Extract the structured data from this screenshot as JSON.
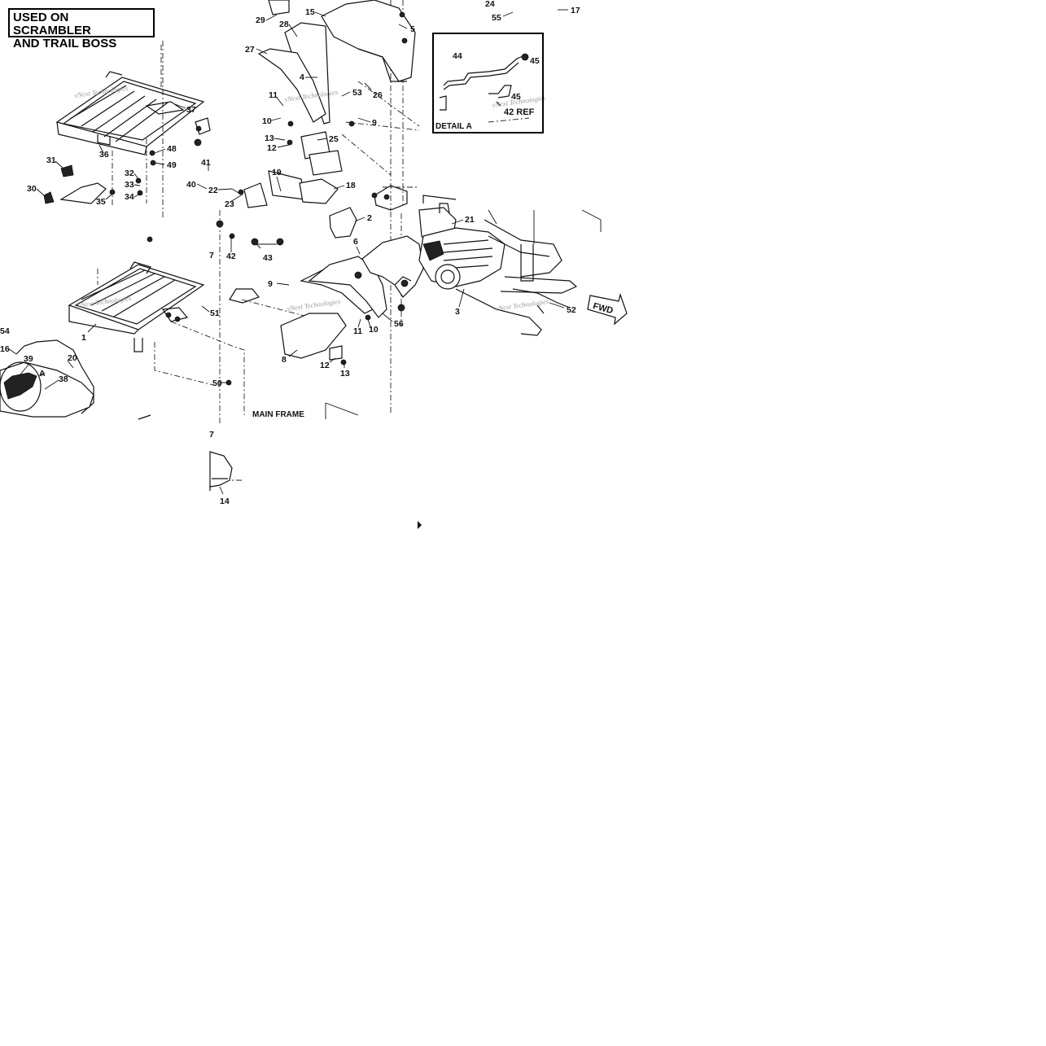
{
  "banner": {
    "line1": "USED ON SCRAMBLER",
    "line2": "AND TRAIL BOSS"
  },
  "detail": {
    "title": "DETAIL A",
    "ref_text": "42 REF",
    "callouts": [
      "44",
      "45",
      "45"
    ]
  },
  "frame_label": "MAIN FRAME",
  "direction_label": "FWD",
  "detail_marker": "A",
  "watermark_text": "vNext Technologies",
  "callouts": [
    "29",
    "15",
    "24",
    "55",
    "17",
    "28",
    "27",
    "5",
    "4",
    "53",
    "26",
    "11",
    "10",
    "9",
    "13",
    "12",
    "25",
    "37",
    "36",
    "48",
    "49",
    "31",
    "30",
    "32",
    "33",
    "34",
    "35",
    "41",
    "40",
    "22",
    "23",
    "19",
    "18",
    "2",
    "21",
    "6",
    "42",
    "43",
    "7",
    "9",
    "1",
    "51",
    "54",
    "16",
    "39",
    "20",
    "38",
    "11",
    "10",
    "56",
    "52",
    "3",
    "8",
    "12",
    "13",
    "50",
    "7",
    "14"
  ]
}
